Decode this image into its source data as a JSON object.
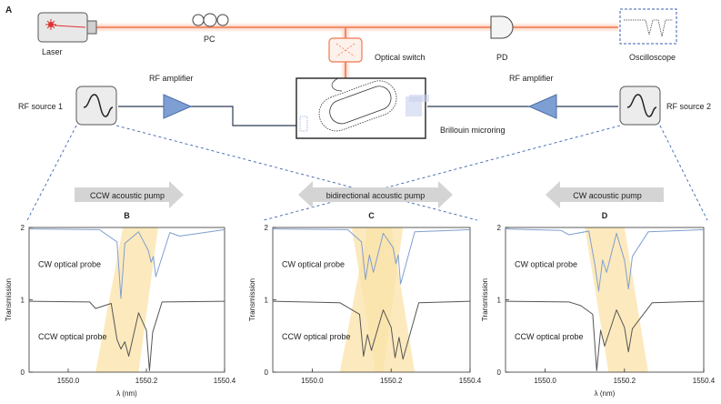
{
  "panel_a": {
    "letter": "A",
    "laser": "Laser",
    "pc": "PC",
    "optical_switch": "Optical switch",
    "pd": "PD",
    "oscilloscope": "Oscilloscope",
    "rf_source_1": "RF source 1",
    "rf_source_2": "RF source 2",
    "rf_amplifier_left": "RF amplifier",
    "rf_amplifier_right": "RF amplifier",
    "microring": "Brillouin microring"
  },
  "colors": {
    "fiber": "#f07850",
    "fiber_glow": "#fbd3c2",
    "cw_probe": "#7f9fd0",
    "ccw_probe": "#555555",
    "highlight": "#fbe3a8",
    "arrow": "#d4d4d4",
    "amplifier": "#7e9fd4",
    "dashed": "#3a62b0"
  },
  "arrows": [
    {
      "label": "CCW acoustic pump",
      "direction": "right"
    },
    {
      "label": "bidirectional acoustic pump",
      "direction": "both"
    },
    {
      "label": "CW acoustic pump",
      "direction": "left"
    }
  ],
  "chart_data": [
    {
      "type": "line",
      "panel": "B",
      "xlabel": "λ (nm)",
      "ylabel": "Transmission",
      "xlim": [
        1549.9,
        1550.4
      ],
      "ylim": [
        0,
        2
      ],
      "xticks": [
        1550.0,
        1550.2,
        1550.4
      ],
      "xtick_labels": [
        "1550.0",
        "1550.2",
        "1550.4"
      ],
      "yticks": [
        0,
        1,
        2
      ],
      "ytick_labels": [
        "0",
        "1",
        "2"
      ],
      "highlight": "right",
      "series": [
        {
          "name": "CW optical probe",
          "x": [
            1549.9,
            1550.08,
            1550.125,
            1550.135,
            1550.145,
            1550.18,
            1550.205,
            1550.212,
            1550.218,
            1550.224,
            1550.26,
            1550.285,
            1550.4
          ],
          "y": [
            1.98,
            1.97,
            1.8,
            1.02,
            1.78,
            1.94,
            1.68,
            1.52,
            1.6,
            1.32,
            1.93,
            1.88,
            1.97
          ]
        },
        {
          "name": "CCW optical probe",
          "x": [
            1549.9,
            1550.055,
            1550.07,
            1550.11,
            1550.125,
            1550.135,
            1550.145,
            1550.155,
            1550.18,
            1550.2,
            1550.208,
            1550.216,
            1550.24,
            1550.4
          ],
          "y": [
            0.98,
            0.97,
            0.88,
            0.95,
            0.45,
            0.32,
            0.42,
            0.22,
            0.82,
            0.58,
            0.02,
            0.55,
            0.97,
            0.98
          ]
        }
      ]
    },
    {
      "type": "line",
      "panel": "C",
      "xlabel": "",
      "ylabel": "Transmission",
      "xlim": [
        1549.9,
        1550.4
      ],
      "ylim": [
        0,
        2
      ],
      "xticks": [
        1550.0,
        1550.2,
        1550.4
      ],
      "xtick_labels": [
        "1550.0",
        "1550.2",
        "1550.4"
      ],
      "yticks": [
        0,
        1,
        2
      ],
      "ytick_labels": [
        "0",
        "1",
        "2"
      ],
      "highlight": "both",
      "series": [
        {
          "name": "CW optical probe",
          "x": [
            1549.9,
            1550.09,
            1550.125,
            1550.135,
            1550.145,
            1550.155,
            1550.18,
            1550.205,
            1550.212,
            1550.218,
            1550.224,
            1550.26,
            1550.4
          ],
          "y": [
            1.98,
            1.97,
            1.8,
            1.28,
            1.62,
            1.38,
            1.92,
            1.72,
            1.5,
            1.62,
            1.22,
            1.94,
            1.97
          ]
        },
        {
          "name": "CCW optical probe",
          "x": [
            1549.9,
            1550.07,
            1550.12,
            1550.13,
            1550.14,
            1550.15,
            1550.18,
            1550.2,
            1550.21,
            1550.22,
            1550.23,
            1550.27,
            1550.4
          ],
          "y": [
            0.98,
            0.96,
            0.8,
            0.22,
            0.52,
            0.3,
            0.86,
            0.62,
            0.2,
            0.48,
            0.18,
            0.96,
            0.98
          ]
        }
      ]
    },
    {
      "type": "line",
      "panel": "D",
      "xlabel": "λ (nm)",
      "ylabel": "Transmission",
      "xlim": [
        1549.9,
        1550.4
      ],
      "ylim": [
        0,
        2
      ],
      "xticks": [
        1550.0,
        1550.2,
        1550.4
      ],
      "xtick_labels": [
        "1550.0",
        "1550.2",
        "1550.4"
      ],
      "yticks": [
        0,
        1,
        2
      ],
      "ytick_labels": [
        "0",
        "1",
        "2"
      ],
      "highlight": "left",
      "series": [
        {
          "name": "CW optical probe",
          "x": [
            1549.9,
            1550.04,
            1550.06,
            1550.11,
            1550.125,
            1550.135,
            1550.145,
            1550.155,
            1550.18,
            1550.2,
            1550.21,
            1550.22,
            1550.26,
            1550.4
          ],
          "y": [
            1.98,
            1.96,
            1.9,
            1.95,
            1.5,
            1.12,
            1.55,
            1.38,
            1.92,
            1.55,
            1.15,
            1.6,
            1.94,
            1.97
          ]
        },
        {
          "name": "CCW optical probe",
          "x": [
            1549.9,
            1550.06,
            1550.09,
            1550.12,
            1550.13,
            1550.14,
            1550.15,
            1550.18,
            1550.2,
            1550.21,
            1550.22,
            1550.27,
            1550.4
          ],
          "y": [
            0.98,
            0.97,
            0.92,
            0.8,
            0.02,
            0.58,
            0.36,
            0.86,
            0.62,
            0.28,
            0.6,
            0.96,
            0.98
          ]
        }
      ]
    }
  ]
}
